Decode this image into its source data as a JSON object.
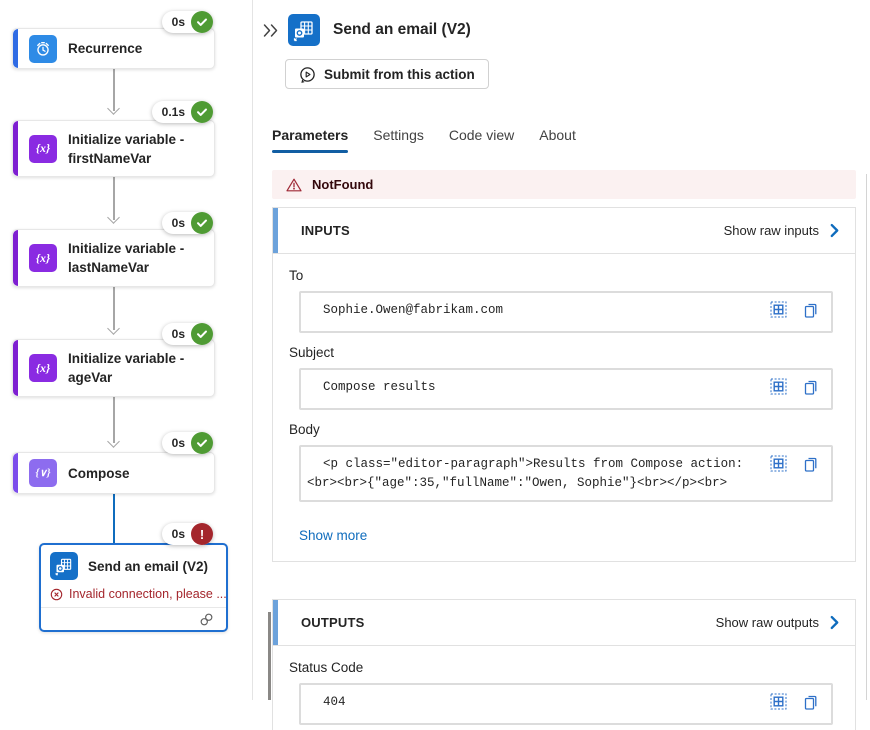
{
  "canvas": {
    "nodes": [
      {
        "title": "Recurrence",
        "duration": "0s",
        "status": "success",
        "icon": "recurrence-clock-icon"
      },
      {
        "title": "Initialize variable - firstNameVar",
        "duration": "0.1s",
        "status": "success",
        "icon": "variable-braces-icon",
        "icon_glyph": "{x}"
      },
      {
        "title": "Initialize variable - lastNameVar",
        "duration": "0s",
        "status": "success",
        "icon": "variable-braces-icon",
        "icon_glyph": "{x}"
      },
      {
        "title": "Initialize variable - ageVar",
        "duration": "0s",
        "status": "success",
        "icon": "variable-braces-icon",
        "icon_glyph": "{x}"
      },
      {
        "title": "Compose",
        "duration": "0s",
        "status": "success",
        "icon": "compose-braces-icon",
        "icon_glyph": "{∨}"
      },
      {
        "title": "Send an email (V2)",
        "duration": "0s",
        "status": "error",
        "icon": "outlook-icon",
        "error": "Invalid connection, please ..."
      }
    ]
  },
  "panel": {
    "title": "Send an email (V2)",
    "submit_label": "Submit from this action",
    "tabs": [
      {
        "label": "Parameters",
        "active": true
      },
      {
        "label": "Settings",
        "active": false
      },
      {
        "label": "Code view",
        "active": false
      },
      {
        "label": "About",
        "active": false
      }
    ],
    "banner_text": "NotFound",
    "inputs": {
      "heading": "INPUTS",
      "raw_link": "Show raw inputs",
      "fields": [
        {
          "label": "To",
          "value": "Sophie.Owen@fabrikam.com"
        },
        {
          "label": "Subject",
          "value": "Compose results"
        },
        {
          "label": "Body",
          "value_lines": [
            "<p class=\"editor-paragraph\">Results from Compose action:",
            "<br><br>{\"age\":35,\"fullName\":\"Owen, Sophie\"}<br></p><br>"
          ]
        }
      ],
      "show_more": "Show more"
    },
    "outputs": {
      "heading": "OUTPUTS",
      "raw_link": "Show raw outputs",
      "fields": [
        {
          "label": "Status Code",
          "value": "404"
        }
      ]
    }
  },
  "colors": {
    "recurrence_accent": "#2F6BE4",
    "recurrence_icon_bg": "#2E8BE6",
    "variable_accent": "#7E1FD1",
    "variable_icon_bg": "#8A2BE2",
    "compose_accent": "#7C4DEB",
    "compose_icon_bg": "#8D6CEF",
    "outlook_blue": "#1570C8",
    "success_green": "#4F9B34",
    "error_red": "#A4262C",
    "selection_blue": "#1F6FD0",
    "link_blue": "#0F6CBD",
    "section_accent_blue": "#6CA2DB",
    "tab_underline": "#115EA3",
    "banner_bg": "#FBF1F1"
  }
}
